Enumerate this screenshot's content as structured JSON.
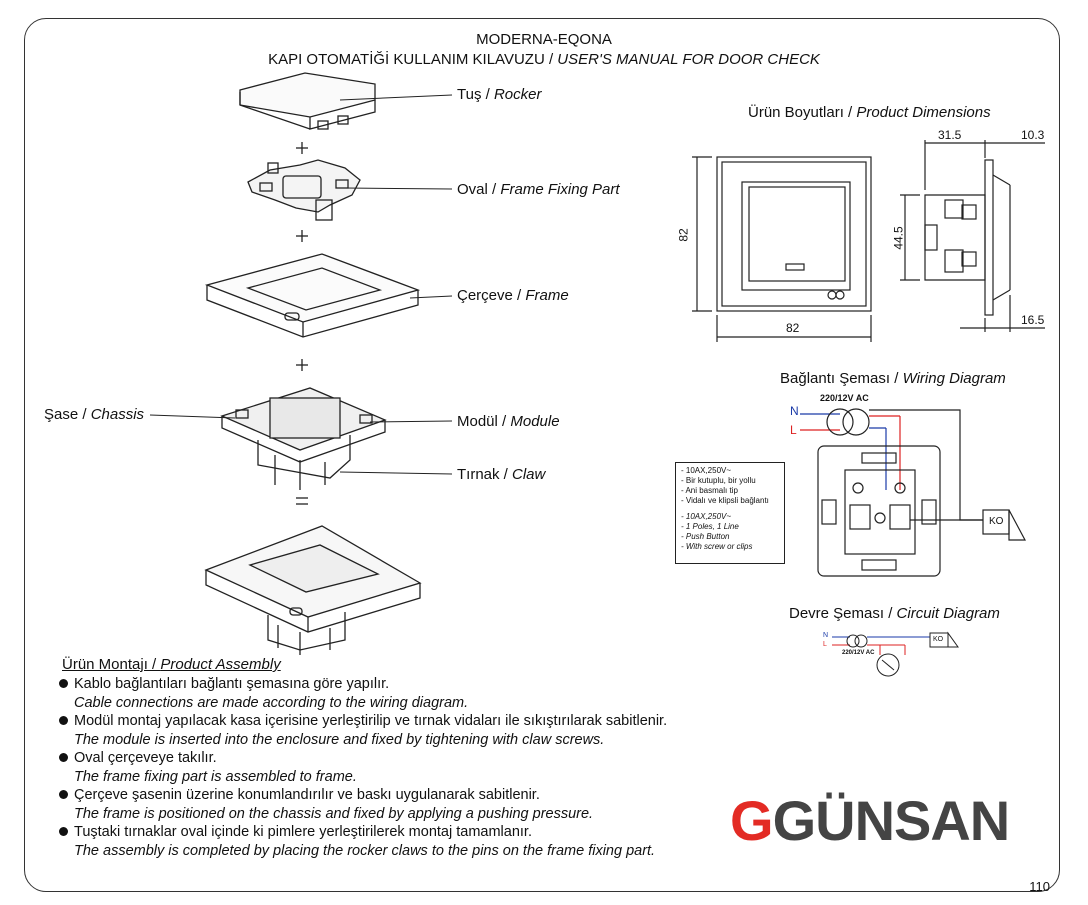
{
  "header": {
    "line1": "MODERNA-EQONA",
    "line2_tr": "KAPI OTOMATİĞİ KULLANIM KILAVUZU / ",
    "line2_en": "USER'S MANUAL FOR DOOR CHECK"
  },
  "parts": [
    {
      "tr": "Tuş / ",
      "en": "Rocker"
    },
    {
      "tr": "Oval / ",
      "en": "Frame Fixing Part"
    },
    {
      "tr": "Çerçeve / ",
      "en": "Frame"
    },
    {
      "tr": "Şase / ",
      "en": "Chassis"
    },
    {
      "tr": "Modül / ",
      "en": "Module"
    },
    {
      "tr": "Tırnak / ",
      "en": "Claw"
    }
  ],
  "dimensions": {
    "title_tr": "Ürün Boyutları / ",
    "title_en": "Product Dimensions",
    "width": "82",
    "height": "82",
    "depth_top": "31.5",
    "depth_right": "10.3",
    "height_side": "44.5",
    "depth_bottom": "16.5"
  },
  "wiring": {
    "title_tr": "Bağlantı Şeması / ",
    "title_en": "Wiring Diagram",
    "voltage": "220/12V AC",
    "n": "N",
    "l": "L",
    "ko": "KO",
    "specs_tr": [
      "- 10AX,250V~",
      "- Bir kutuplu, bir yollu",
      "- Ani basmalı tip",
      "- Vidalı ve klipsli bağlantı"
    ],
    "specs_en": [
      "- 10AX,250V~",
      "- 1 Poles, 1 Line",
      "- Push Button",
      "- With screw or clips"
    ]
  },
  "circuit": {
    "title_tr": "Devre Şeması / ",
    "title_en": "Circuit Diagram",
    "voltage": "220/12V AC",
    "n": "N",
    "l": "L",
    "ko": "KO"
  },
  "assembly": {
    "title_tr": "Ürün Montajı / ",
    "title_en": "Product Assembly",
    "steps": [
      {
        "tr": "Kablo bağlantıları bağlantı şemasına göre yapılır.",
        "en": "Cable connections are made according to the wiring diagram."
      },
      {
        "tr": "Modül montaj yapılacak kasa içerisine yerleştirilip ve tırnak vidaları ile sıkıştırılarak sabitlenir.",
        "en": "The module is inserted into the enclosure and fixed by tightening with claw screws."
      },
      {
        "tr": "Oval çerçeveye takılır.",
        "en": "The frame fixing part is assembled to frame."
      },
      {
        "tr": "Çerçeve şasenin üzerine konumlandırılır ve baskı uygulanarak sabitlenir.",
        "en": "The frame is positioned on the chassis and fixed by applying a pushing pressure."
      },
      {
        "tr": "Tuştaki tırnaklar oval içinde ki pimlere yerleştirilerek montaj tamamlanır.",
        "en": "The assembly is completed by placing the rocker claws to the pins on the frame fixing part."
      }
    ]
  },
  "brand": {
    "logo_g": "G",
    "logo_rest": "GÜNSAN"
  },
  "page_number": "110",
  "colors": {
    "brand_red": "#e32b24",
    "brand_gray": "#444444"
  }
}
